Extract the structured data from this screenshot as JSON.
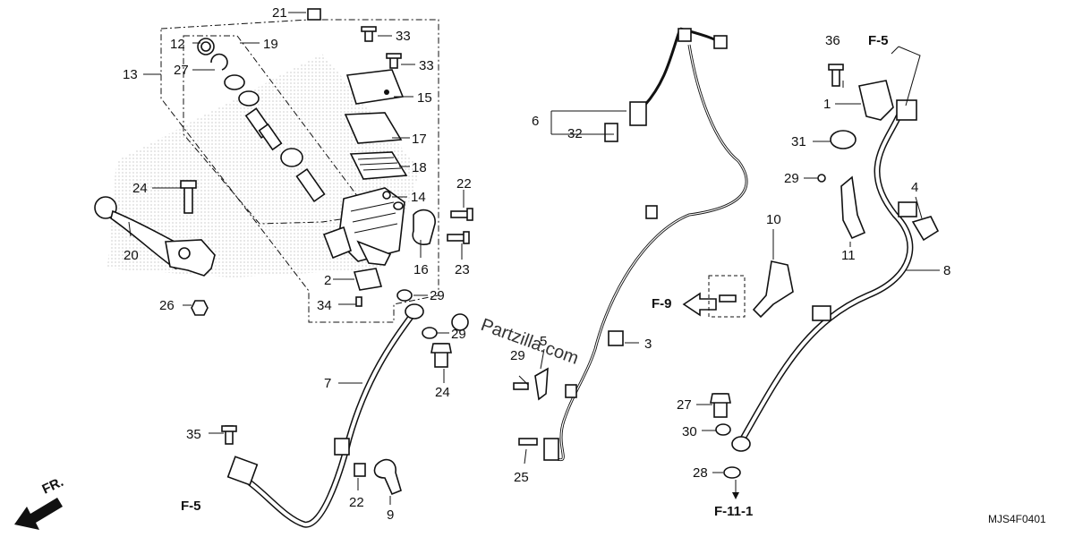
{
  "diagram": {
    "drawing_code": "MJS4F0401",
    "watermark": "Partzilla.com",
    "front_marker": "FR.",
    "callouts": [
      {
        "id": "c1",
        "label": "1"
      },
      {
        "id": "c2",
        "label": "2"
      },
      {
        "id": "c3",
        "label": "3"
      },
      {
        "id": "c4",
        "label": "4"
      },
      {
        "id": "c5",
        "label": "5"
      },
      {
        "id": "c6",
        "label": "6"
      },
      {
        "id": "c7",
        "label": "7"
      },
      {
        "id": "c8",
        "label": "8"
      },
      {
        "id": "c9",
        "label": "9"
      },
      {
        "id": "c10",
        "label": "10"
      },
      {
        "id": "c11",
        "label": "11"
      },
      {
        "id": "c12",
        "label": "12"
      },
      {
        "id": "c13",
        "label": "13"
      },
      {
        "id": "c14",
        "label": "14"
      },
      {
        "id": "c15",
        "label": "15"
      },
      {
        "id": "c16",
        "label": "16"
      },
      {
        "id": "c17",
        "label": "17"
      },
      {
        "id": "c18",
        "label": "18"
      },
      {
        "id": "c19",
        "label": "19"
      },
      {
        "id": "c20",
        "label": "20"
      },
      {
        "id": "c21",
        "label": "21"
      },
      {
        "id": "c22a",
        "label": "22"
      },
      {
        "id": "c22b",
        "label": "22"
      },
      {
        "id": "c23",
        "label": "23"
      },
      {
        "id": "c24a",
        "label": "24"
      },
      {
        "id": "c24b",
        "label": "24"
      },
      {
        "id": "c25",
        "label": "25"
      },
      {
        "id": "c26",
        "label": "26"
      },
      {
        "id": "c27a",
        "label": "27"
      },
      {
        "id": "c27b",
        "label": "27"
      },
      {
        "id": "c28",
        "label": "28"
      },
      {
        "id": "c29a",
        "label": "29"
      },
      {
        "id": "c29b",
        "label": "29"
      },
      {
        "id": "c29c",
        "label": "29"
      },
      {
        "id": "c29d",
        "label": "29"
      },
      {
        "id": "c30",
        "label": "30"
      },
      {
        "id": "c31",
        "label": "31"
      },
      {
        "id": "c32",
        "label": "32"
      },
      {
        "id": "c33a",
        "label": "33"
      },
      {
        "id": "c33b",
        "label": "33"
      },
      {
        "id": "c34",
        "label": "34"
      },
      {
        "id": "c35",
        "label": "35"
      },
      {
        "id": "c36",
        "label": "36"
      }
    ],
    "references": [
      {
        "id": "r1",
        "label": "F-5"
      },
      {
        "id": "r2",
        "label": "F-5"
      },
      {
        "id": "r3",
        "label": "F-9"
      },
      {
        "id": "r4",
        "label": "F-11-1"
      }
    ]
  }
}
